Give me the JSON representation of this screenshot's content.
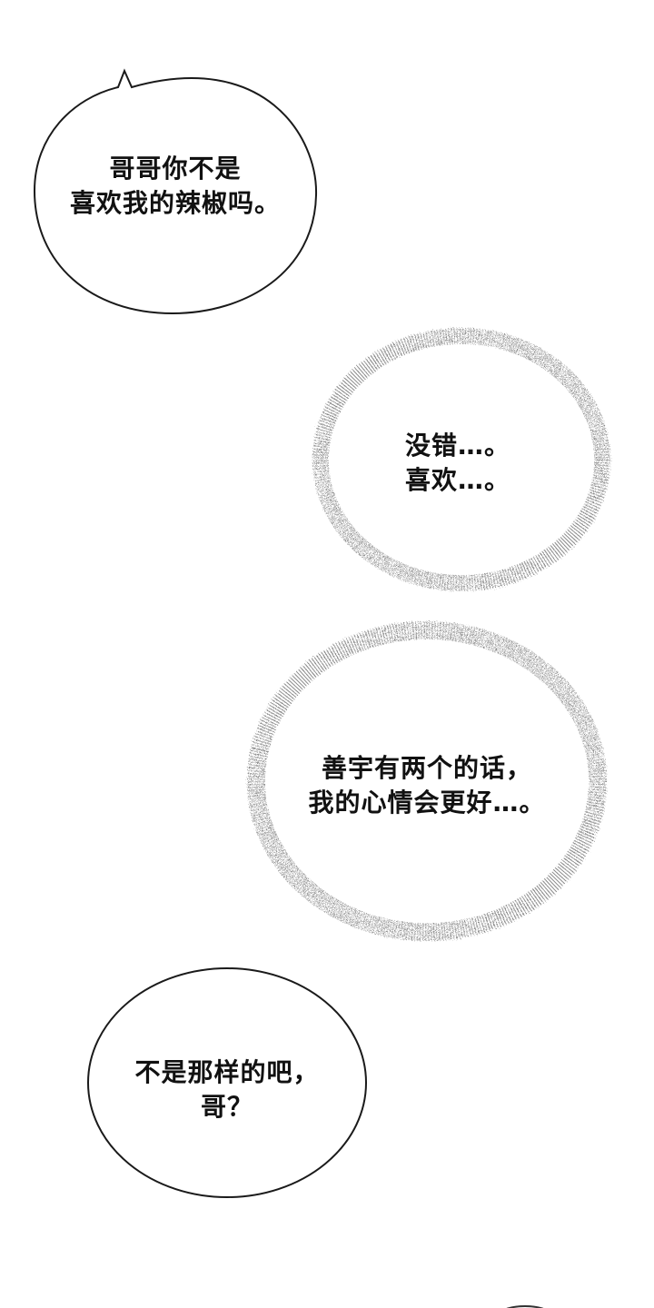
{
  "comic": {
    "bubbles": [
      {
        "type": "speech",
        "lines": [
          "哥哥你不是",
          "喜欢我的辣椒吗。"
        ]
      },
      {
        "type": "thought-spiky",
        "lines": [
          "没错…。",
          "喜欢…。"
        ]
      },
      {
        "type": "thought-spiky",
        "lines": [
          "善宇有两个的话，",
          "我的心情会更好…。"
        ]
      },
      {
        "type": "speech",
        "lines": [
          "不是那样的吧，",
          "哥？"
        ]
      }
    ]
  },
  "colors": {
    "background": "#ffffff",
    "outline": "#1a1a1a",
    "spiky_outline": "#8a8a8a",
    "text": "#111111"
  }
}
